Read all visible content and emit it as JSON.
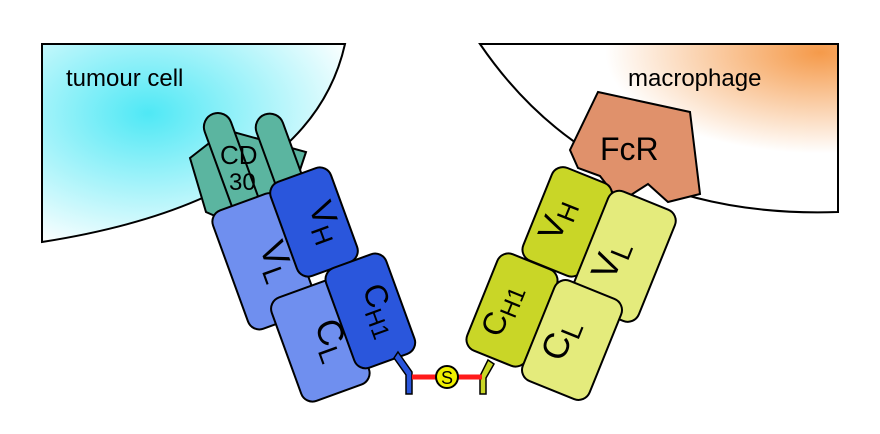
{
  "cells": {
    "tumour": {
      "label": "tumour cell",
      "color": "#4fe8f5"
    },
    "macrophage": {
      "label": "macrophage",
      "color": "#f59a4a"
    }
  },
  "left_fab": {
    "antigen": {
      "line1": "CD",
      "line2": "30",
      "color": "#5bb5a0"
    },
    "VL": {
      "main": "V",
      "sub": "L",
      "color": "#6f8fef"
    },
    "CL": {
      "main": "C",
      "sub": "L",
      "color": "#6f8fef"
    },
    "VH": {
      "main": "V",
      "sub": "H",
      "color": "#2a56dc"
    },
    "CH1": {
      "main": "C",
      "sub": "H1",
      "color": "#2a56dc"
    }
  },
  "right_fab": {
    "receptor": {
      "label": "FcR",
      "color": "#e0916b"
    },
    "VH": {
      "main": "V",
      "sub": "H",
      "color": "#c9d627"
    },
    "CH1": {
      "main": "C",
      "sub": "H1",
      "color": "#c9d627"
    },
    "VL": {
      "main": "V",
      "sub": "L",
      "color": "#e4eb7c"
    },
    "CL": {
      "main": "C",
      "sub": "L",
      "color": "#e4eb7c"
    }
  },
  "linker": {
    "label": "S",
    "color": "#ff1a1a",
    "dot_color": "#f0f000"
  }
}
